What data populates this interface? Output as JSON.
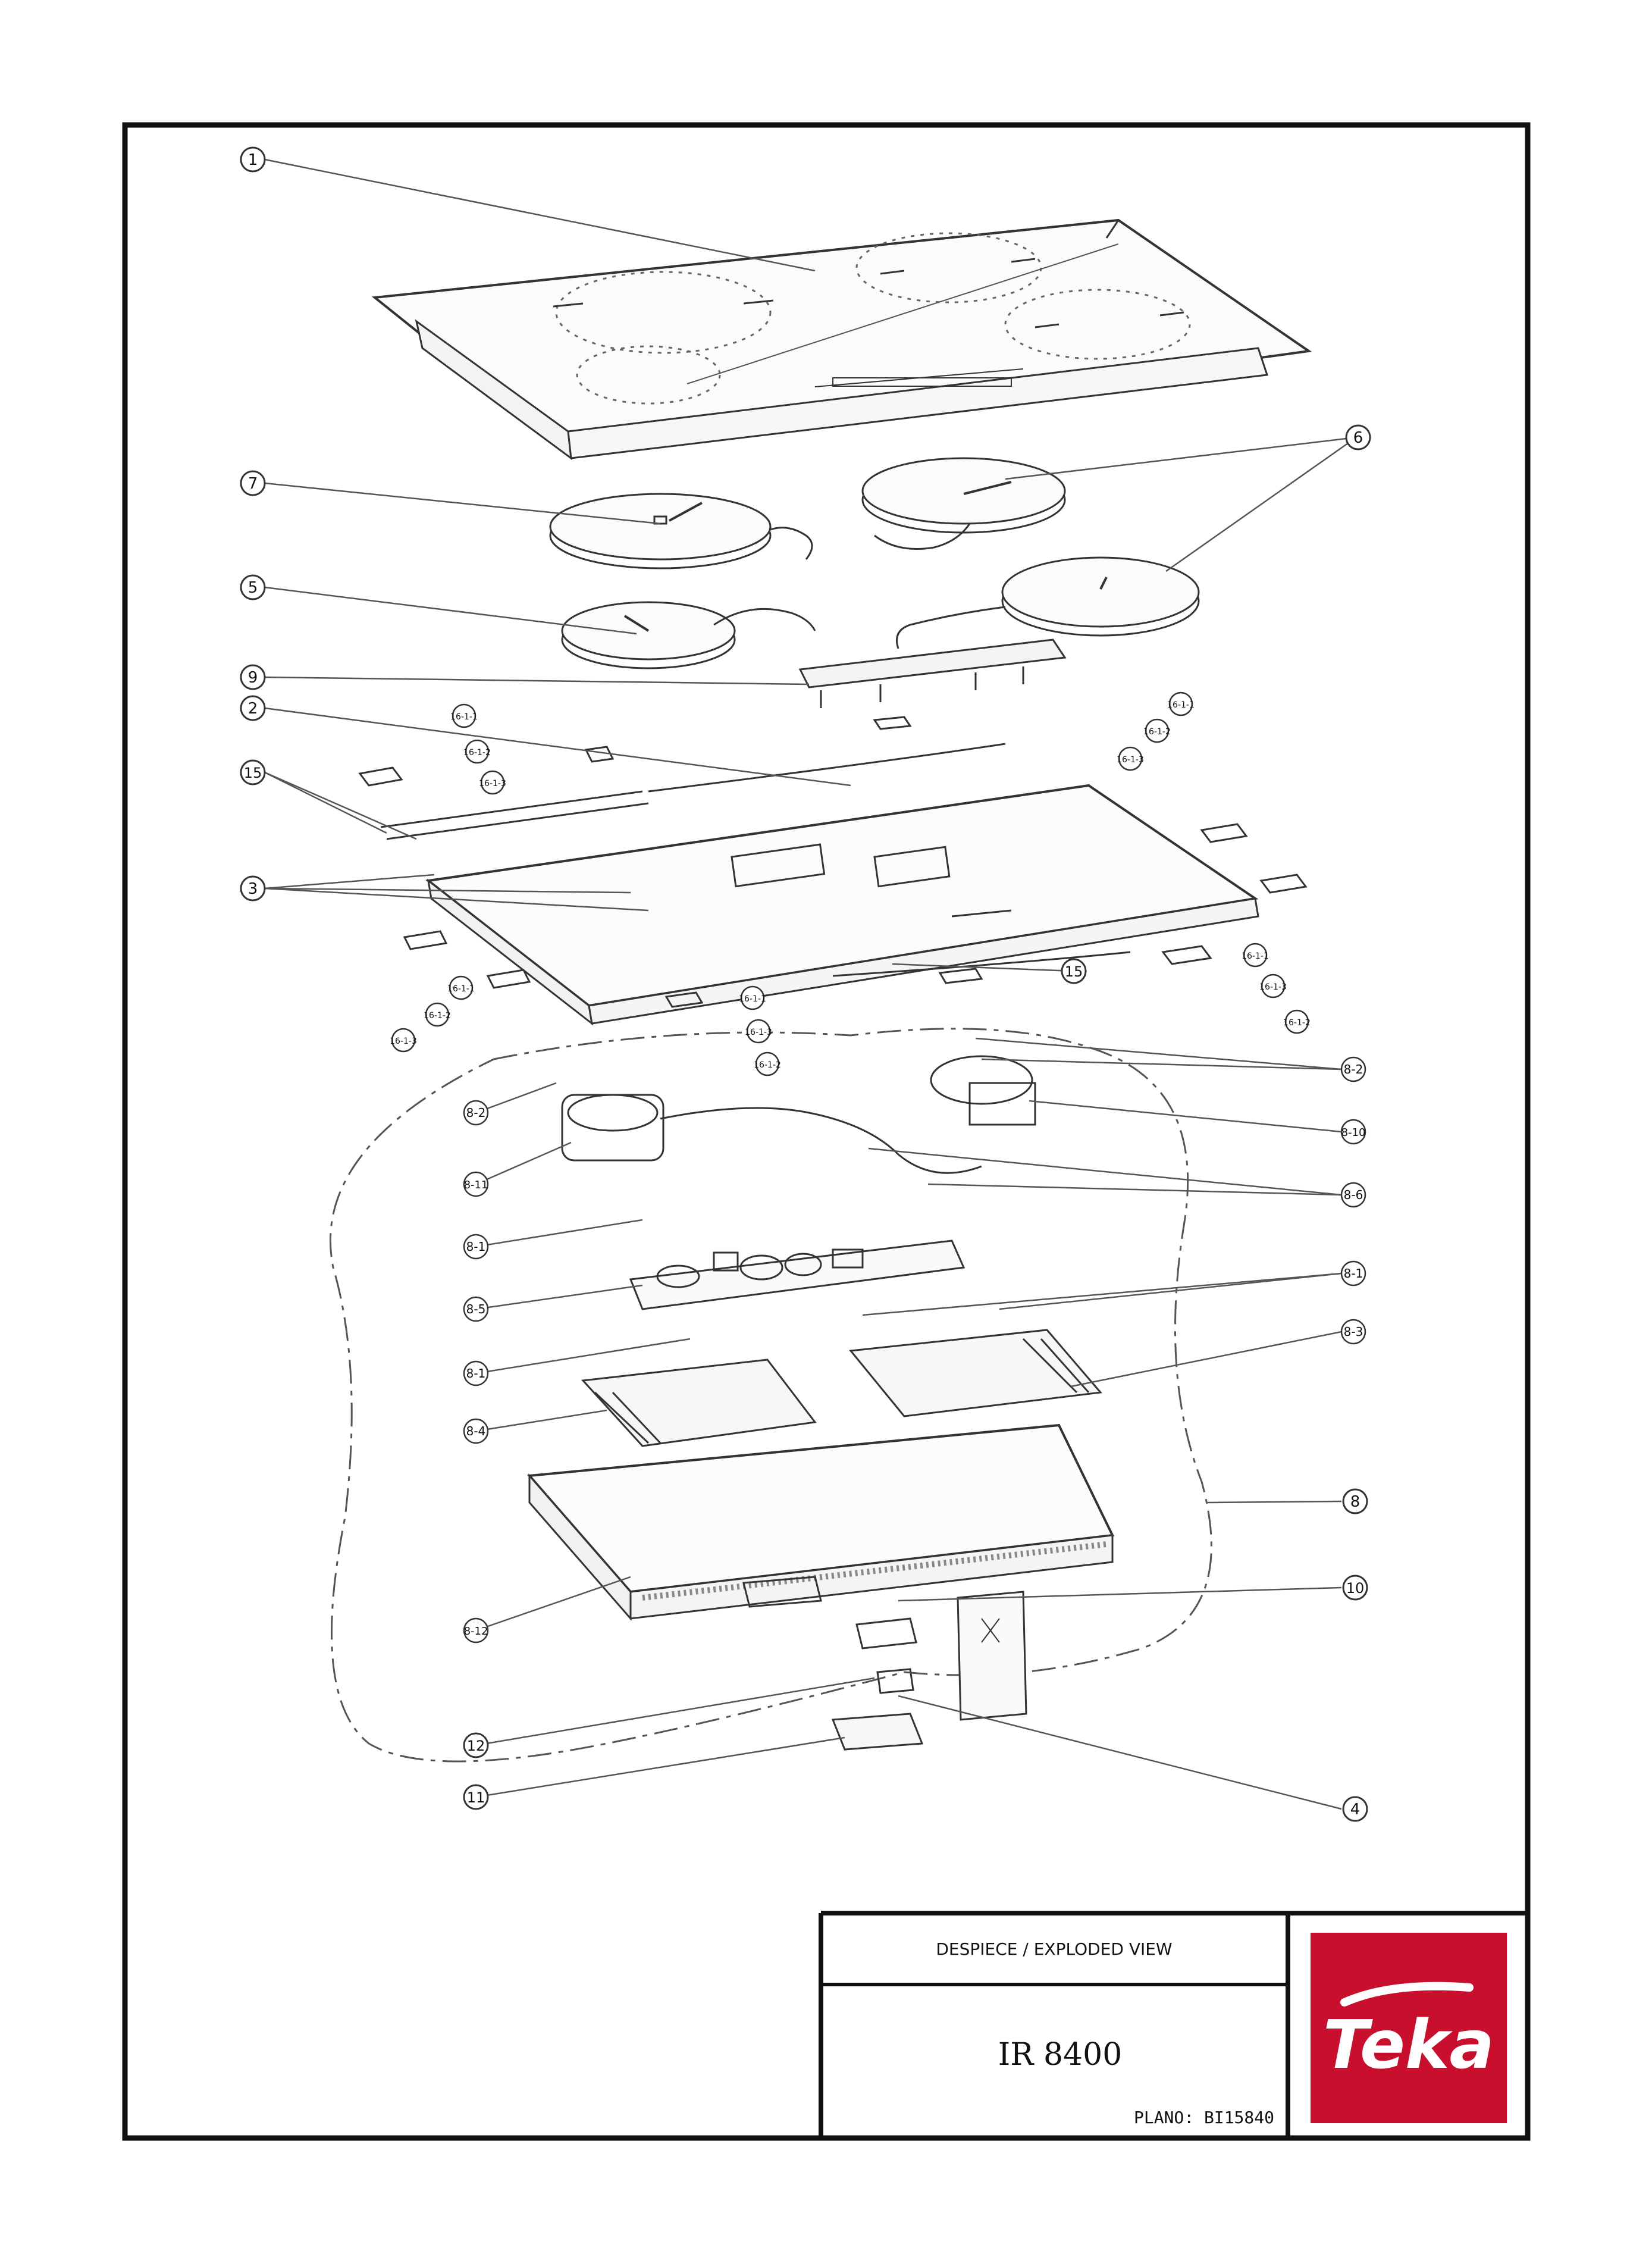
{
  "callouts": [
    {
      "id": "c1",
      "label": "1"
    },
    {
      "id": "c7",
      "label": "7"
    },
    {
      "id": "c6",
      "label": "6"
    },
    {
      "id": "c5",
      "label": "5"
    },
    {
      "id": "c9",
      "label": "9"
    },
    {
      "id": "c2",
      "label": "2"
    },
    {
      "id": "c15a",
      "label": "15"
    },
    {
      "id": "c3",
      "label": "3"
    },
    {
      "id": "c15b",
      "label": "15"
    },
    {
      "id": "c1611a",
      "label": "16-1-1"
    },
    {
      "id": "c1612a",
      "label": "16-1-2"
    },
    {
      "id": "c1613a",
      "label": "16-1-3"
    },
    {
      "id": "c1611b",
      "label": "16-1-1"
    },
    {
      "id": "c1612b",
      "label": "16-1-2"
    },
    {
      "id": "c1613b",
      "label": "16-1-3"
    },
    {
      "id": "c1611c",
      "label": "16-1-1"
    },
    {
      "id": "c1612c",
      "label": "16-1-2"
    },
    {
      "id": "c1613c",
      "label": "16-1-3"
    },
    {
      "id": "c1611d",
      "label": "16-1-1"
    },
    {
      "id": "c1612d",
      "label": "16-1-2"
    },
    {
      "id": "c1613d",
      "label": "16-1-3"
    },
    {
      "id": "c1611e",
      "label": "16-1-1"
    },
    {
      "id": "c1613e",
      "label": "16-1-3"
    },
    {
      "id": "c1612e",
      "label": "16-1-2"
    },
    {
      "id": "c82a",
      "label": "8-2"
    },
    {
      "id": "c82b",
      "label": "8-2"
    },
    {
      "id": "c810",
      "label": "8-10"
    },
    {
      "id": "c811",
      "label": "8-11"
    },
    {
      "id": "c86",
      "label": "8-6"
    },
    {
      "id": "c81a",
      "label": "8-1"
    },
    {
      "id": "c81b",
      "label": "8-1"
    },
    {
      "id": "c85",
      "label": "8-5"
    },
    {
      "id": "c83",
      "label": "8-3"
    },
    {
      "id": "c81c",
      "label": "8-1"
    },
    {
      "id": "c84",
      "label": "8-4"
    },
    {
      "id": "c8",
      "label": "8"
    },
    {
      "id": "c10",
      "label": "10"
    },
    {
      "id": "c812",
      "label": "8-12"
    },
    {
      "id": "c12",
      "label": "12"
    },
    {
      "id": "c11",
      "label": "11"
    },
    {
      "id": "c4",
      "label": "4"
    }
  ],
  "title_block": {
    "view_title": "DESPIECE / EXPLODED VIEW",
    "model": "IR 8400",
    "plan_label": "PLANO: BI15840"
  },
  "brand": {
    "logo_text": "Teka",
    "color": "#c8102e"
  }
}
